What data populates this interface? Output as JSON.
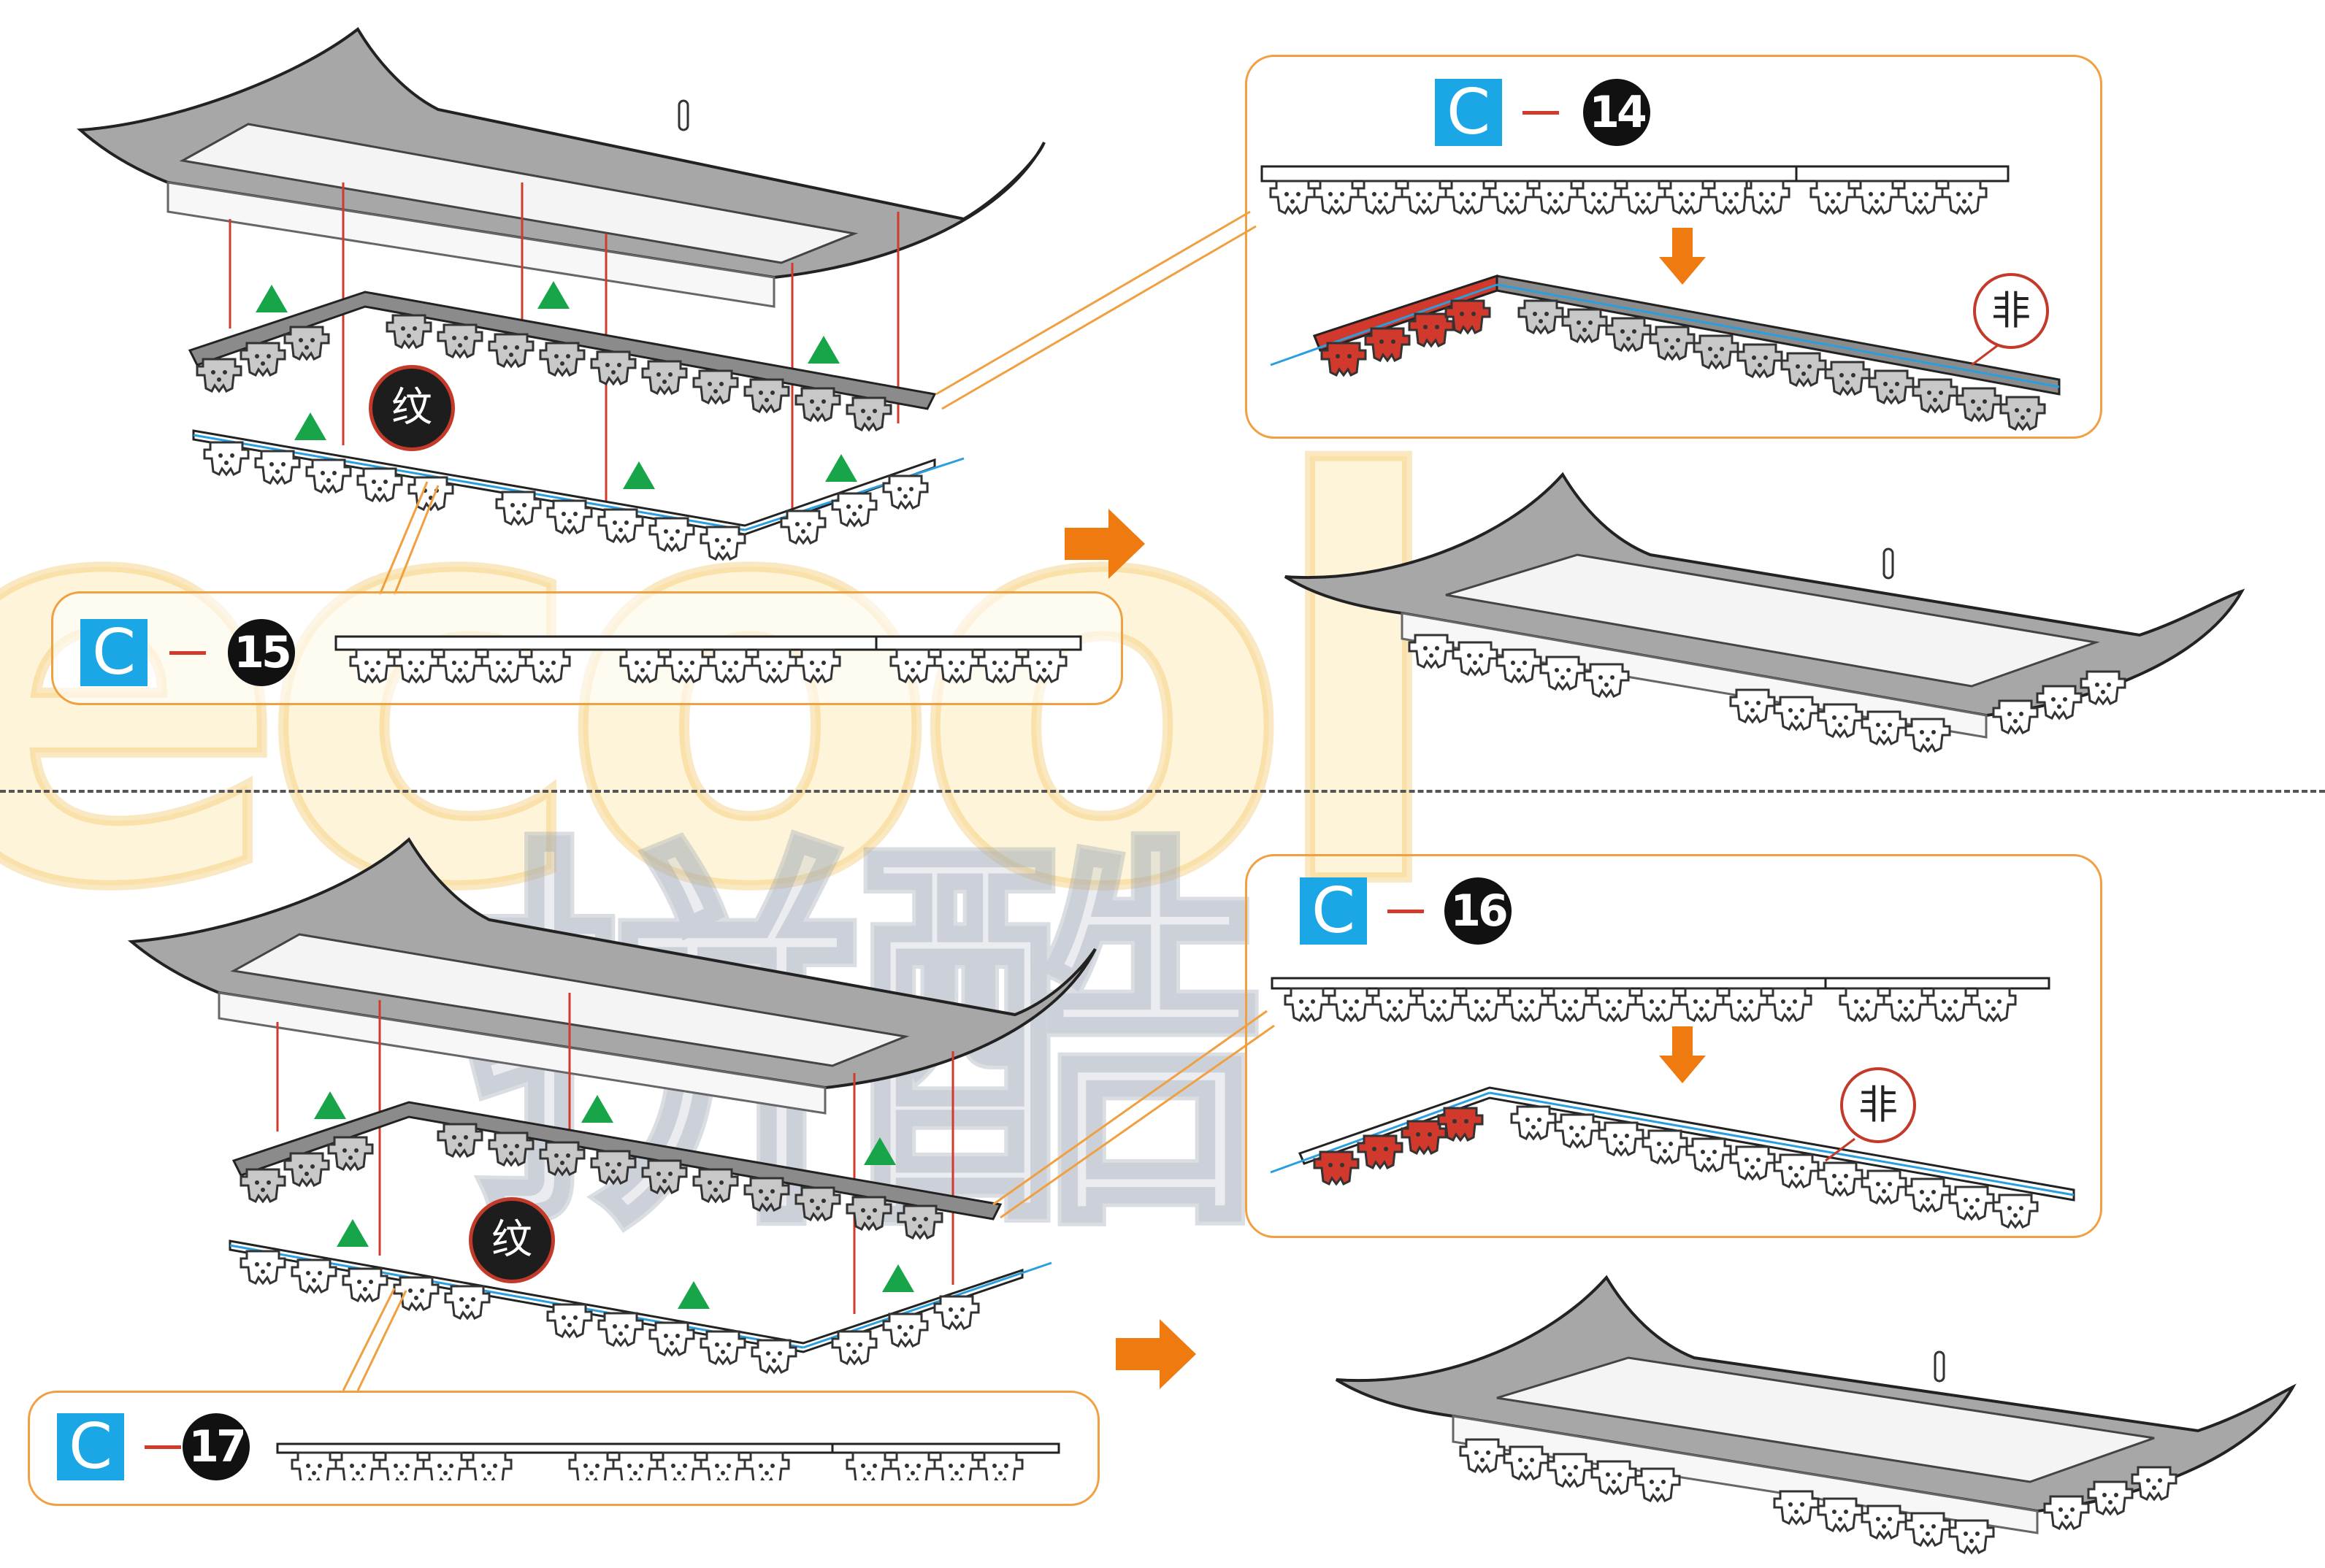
{
  "colors": {
    "box_border": "#f0a040",
    "badge_blue": "#1ba6e6",
    "connector_red": "#d23a2c",
    "arrow_orange": "#ee7a10",
    "triangle_green": "#18a54a",
    "roof_gray": "#a7a7a7",
    "accent_red_part": "#d0392b",
    "guide_blue": "#2a9fe0"
  },
  "watermark": {
    "latin": "ecool",
    "cjk": "拼酷"
  },
  "steps": {
    "top": {
      "parts_upper": {
        "sheet": "C",
        "number": "14",
        "note_badge": "非"
      },
      "parts_lower": {
        "sheet": "C",
        "number": "15"
      },
      "pattern_badge": "纹"
    },
    "bottom": {
      "parts_upper": {
        "sheet": "C",
        "number": "16",
        "note_badge": "非"
      },
      "parts_lower": {
        "sheet": "C",
        "number": "17"
      },
      "pattern_badge": "纹"
    }
  }
}
